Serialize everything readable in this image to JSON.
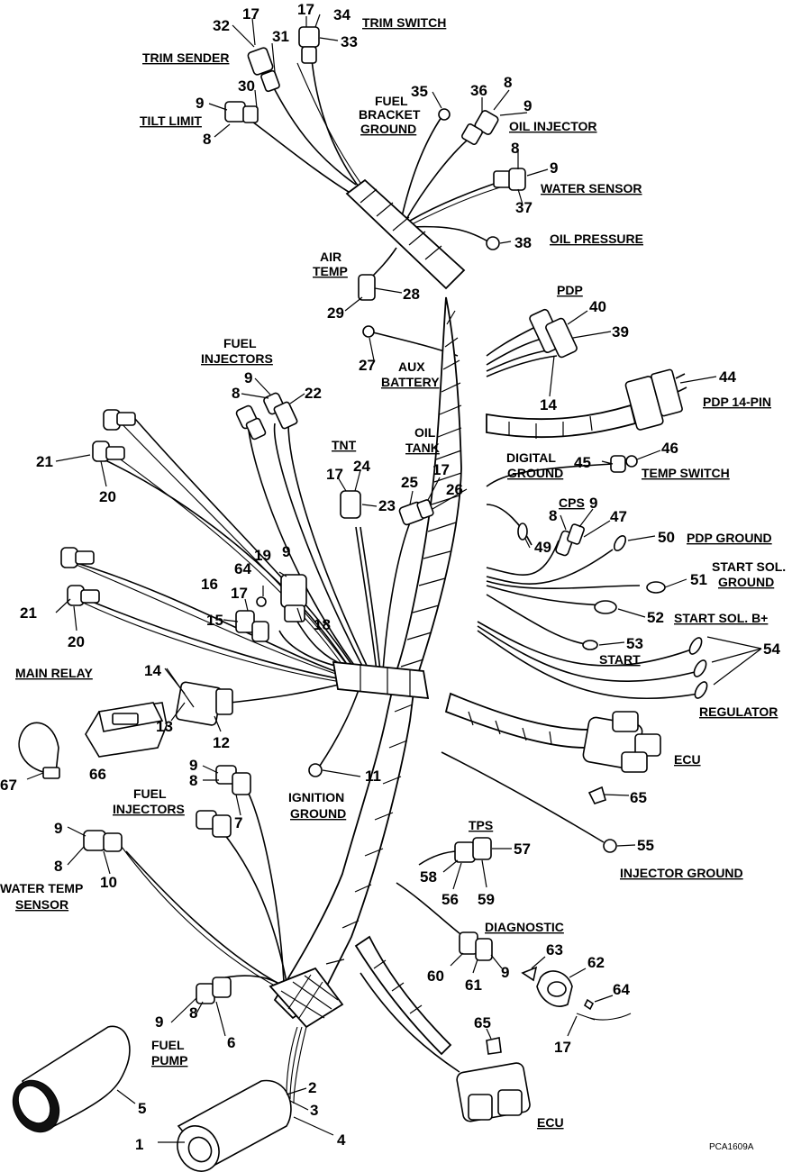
{
  "labels": {
    "trim_sender": "TRIM SENDER",
    "trim_switch": "TRIM SWITCH",
    "tilt_limit": "TILT LIMIT",
    "fuel_bracket_ground": [
      "FUEL",
      "BRACKET",
      "GROUND"
    ],
    "oil_injector": "OIL INJECTOR",
    "water_sensor": "WATER SENSOR",
    "oil_pressure": "OIL PRESSURE",
    "air_temp": [
      "AIR",
      "TEMP"
    ],
    "pdp": "PDP",
    "pdp_14_pin": "PDP 14-PIN",
    "fuel_injectors_top": [
      "FUEL",
      "INJECTORS"
    ],
    "aux_battery": [
      "AUX",
      "BATTERY"
    ],
    "tnt": "TNT",
    "oil_tank": [
      "OIL",
      "TANK"
    ],
    "digital_ground": [
      "DIGITAL",
      "GROUND"
    ],
    "temp_switch": "TEMP SWITCH",
    "cps": "CPS",
    "pdp_ground": "PDP GROUND",
    "start_sol_ground": [
      "START SOL.",
      "GROUND"
    ],
    "start_sol_bplus": "START SOL. B+",
    "start": "START",
    "regulator": "REGULATOR",
    "main_relay": "MAIN RELAY",
    "ecu_mid": "ECU",
    "ignition_ground": [
      "IGNITION",
      "GROUND"
    ],
    "fuel_injectors_low": [
      "FUEL",
      "INJECTORS"
    ],
    "water_temp_sensor": [
      "WATER TEMP",
      "SENSOR"
    ],
    "tps": "TPS",
    "injector_ground": "INJECTOR GROUND",
    "diagnostic": "DIAGNOSTIC",
    "fuel_pump": [
      "FUEL",
      "PUMP"
    ],
    "ecu_bottom": "ECU",
    "figure_code": "PCA1609A"
  },
  "callouts": [
    "1",
    "2",
    "3",
    "4",
    "5",
    "6",
    "7",
    "8",
    "9",
    "10",
    "11",
    "12",
    "13",
    "14",
    "15",
    "16",
    "17",
    "18",
    "19",
    "20",
    "21",
    "22",
    "23",
    "24",
    "25",
    "26",
    "27",
    "28",
    "29",
    "30",
    "31",
    "32",
    "33",
    "34",
    "35",
    "36",
    "37",
    "38",
    "39",
    "40",
    "44",
    "45",
    "46",
    "47",
    "49",
    "50",
    "51",
    "52",
    "53",
    "54",
    "55",
    "56",
    "57",
    "58",
    "59",
    "60",
    "61",
    "62",
    "63",
    "64",
    "65",
    "66",
    "67"
  ]
}
